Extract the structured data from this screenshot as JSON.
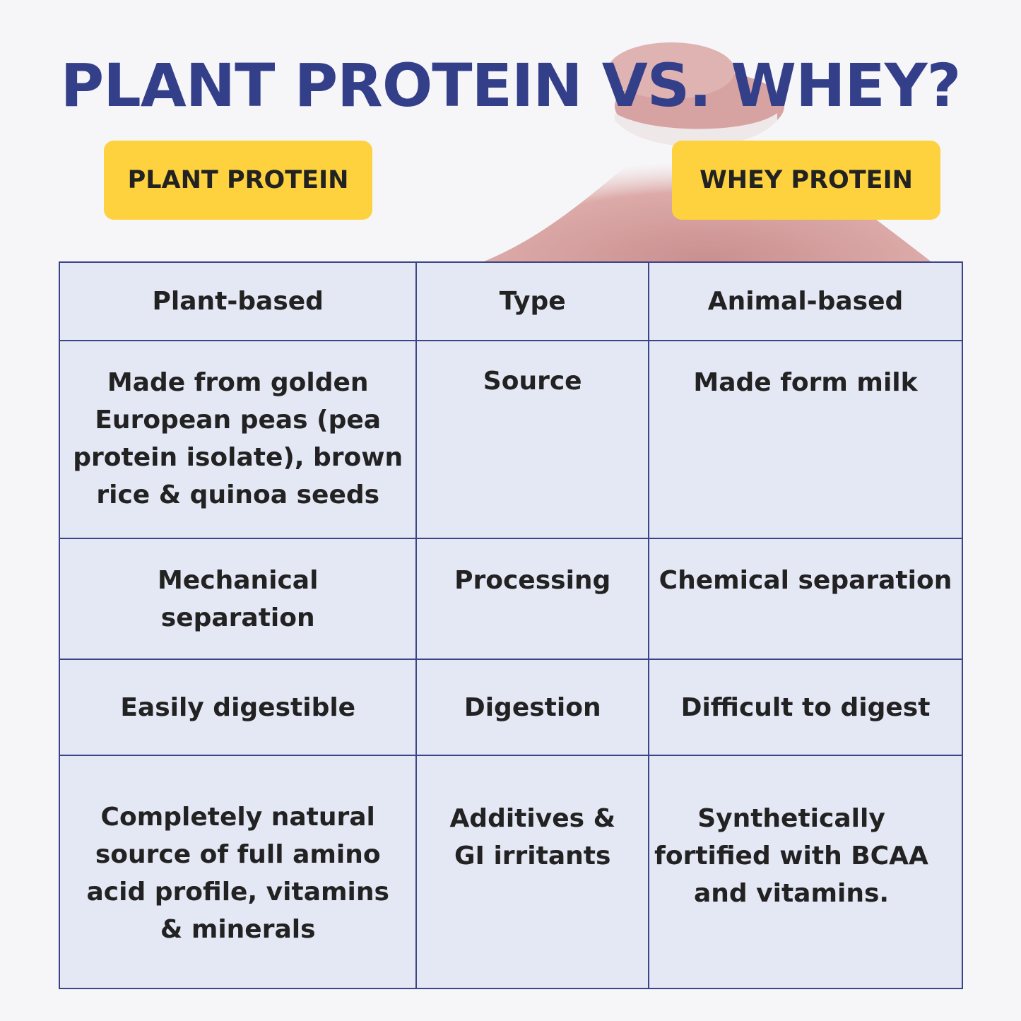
{
  "title": "PLANT PROTEIN VS. WHEY?",
  "labels": {
    "left": "PLANT PROTEIN",
    "right": "WHEY PROTEIN"
  },
  "colors": {
    "title": "#343f8a",
    "label_bg": "#fdd23e",
    "cell_bg": "#e4e7f4",
    "border": "#3b4488"
  },
  "rows": [
    {
      "plant": "Plant-based",
      "attribute": "Type",
      "whey": "Animal-based"
    },
    {
      "plant": "Made from golden European peas (pea protein isolate), brown rice & quinoa seeds",
      "attribute": "Source",
      "whey": "Made form milk"
    },
    {
      "plant": "Mechanical separation",
      "attribute": "Processing",
      "whey": "Chemical separation"
    },
    {
      "plant": "Easily digestible",
      "attribute": "Digestion",
      "whey": "Difficult to digest"
    },
    {
      "plant": "Completely natural source of full amino acid profile, vitamins & minerals",
      "attribute": "Additives & GI irritants",
      "whey": "Synthetically fortified with BCAA and vitamins."
    }
  ]
}
